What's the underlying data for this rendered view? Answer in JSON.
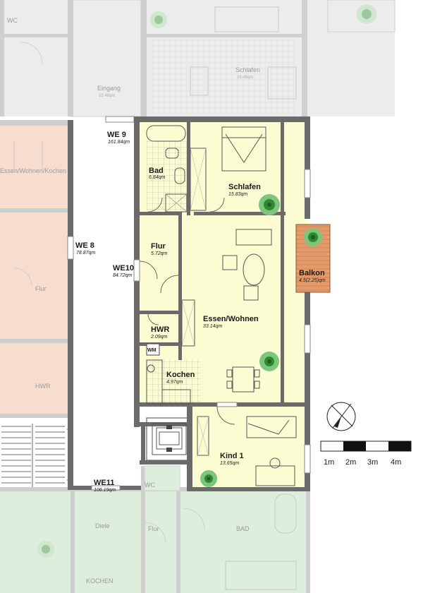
{
  "units": {
    "we9": {
      "name": "WE 9",
      "area": "161.84qm"
    },
    "we8": {
      "name": "WE 8",
      "area": "78.87qm"
    },
    "we10": {
      "name": "WE10",
      "area": "84.72qm"
    },
    "we11": {
      "name": "WE11",
      "area": "106.19qm"
    }
  },
  "rooms": {
    "bad": {
      "name": "Bad",
      "area": "6.84qm"
    },
    "schlafen": {
      "name": "Schlafen",
      "area": "15.83qm"
    },
    "flur": {
      "name": "Flur",
      "area": "5.72qm"
    },
    "balkon": {
      "name": "Balkon",
      "area": "4.5(2.25)qm"
    },
    "essen": {
      "name": "Essen/Wohnen",
      "area": "33.14qm"
    },
    "hwr": {
      "name": "HWR",
      "area": "2.09qm"
    },
    "kochen": {
      "name": "Kochen",
      "area": "4.97qm"
    },
    "kind": {
      "name": "Kind 1",
      "area": "13.65qm"
    }
  },
  "appliance": {
    "wm": "WM"
  },
  "scale_bar": {
    "labels": [
      "1m",
      "2m",
      "3m",
      "4m"
    ]
  },
  "faint_labels": {
    "wc_top": "WC",
    "eingang": "Eingang",
    "eingang_area": "10.48qm",
    "schlafen_top": "Schlafen",
    "schlafen_top_area": "16.48qm",
    "kueche": "Essen/Wohnen/Kochen",
    "flur_left": "Flur",
    "hwr_left": "HWR",
    "wc_bottom": "WC",
    "diele": "Diele",
    "flur_bottom": "Flur",
    "bad_bottom": "BAD",
    "kochen_bottom": "KOCHEN"
  },
  "colors": {
    "apartment_fill": "#fcfcd2",
    "balkon_fill": "#e49a6a",
    "we8_fill": "#f7ddcd",
    "we11_fill": "#ddeedd",
    "we9_fill": "#ececec",
    "wall": "#6b6b6b"
  }
}
